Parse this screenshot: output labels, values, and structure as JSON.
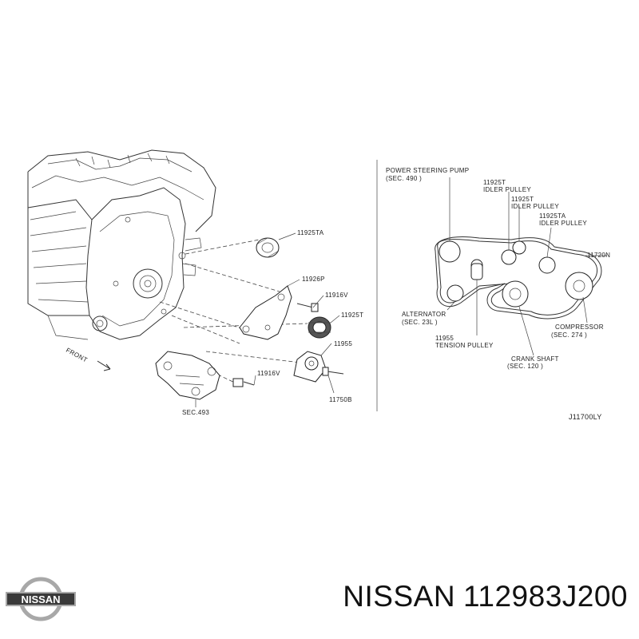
{
  "labels": {
    "left": {
      "idler_ta": "11925TA",
      "bracket_p": "11926P",
      "bolt_v_upper": "11916V",
      "idler_t": "11925T",
      "tensioner": "11955",
      "bolt_v_lower": "11916V",
      "bolt_b": "11750B",
      "sec_493": "SEC.493",
      "front": "FRONT"
    },
    "right": {
      "ps_pump_line1": "POWER STEERING PUMP",
      "ps_pump_line2": "(SEC. 490 )",
      "idler1_code": "11925T",
      "idler1_name": "IDLER PULLEY",
      "idler2_code": "11925T",
      "idler2_name": "IDLER PULLEY",
      "idler3_code": "11925TA",
      "idler3_name": "IDLER PULLEY",
      "belt_code": "11720N",
      "alternator_line1": "ALTERNATOR",
      "alternator_line2": "(SEC. 23L )",
      "tension_code": "11955",
      "tension_name": "TENSION PULLEY",
      "compressor_line1": "COMPRESSOR",
      "compressor_line2": "(SEC. 274 )",
      "crank_line1": "CRANK SHAFT",
      "crank_line2": "(SEC. 120 )",
      "diagram_id": "J11700LY"
    }
  },
  "footer": {
    "logo_text": "NISSAN",
    "brand": "NISSAN",
    "part_number": "112983J200"
  },
  "colors": {
    "line": "#333333",
    "logo_silver": "#a8a8a8",
    "logo_band": "#3a3a3a"
  }
}
